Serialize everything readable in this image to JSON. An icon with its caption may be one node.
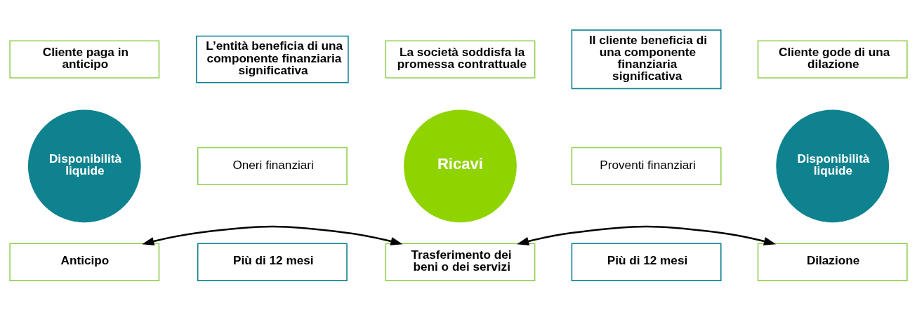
{
  "diagram": {
    "nodes": [
      {
        "text": [
          "Cliente paga in anticipo"
        ]
      },
      {
        "text": [
          "L’entità beneficia di una componente finanziaria significativa"
        ]
      },
      {
        "text": [
          "La società soddisfa la promessa contrattuale"
        ]
      },
      {
        "text": [
          "Il cliente beneficia di una componente finanziaria significativa"
        ]
      },
      {
        "text": [
          "Cliente gode di una dilazione"
        ]
      },
      {
        "text": [
          "Disponibilità liquide"
        ]
      },
      {
        "text": [
          "Oneri finanziari"
        ]
      },
      {
        "text": [
          "Ricavi"
        ]
      },
      {
        "text": [
          "Proventi finanziari"
        ]
      },
      {
        "text": [
          "Disponibilità liquide"
        ]
      },
      {
        "text": [
          "Più di 12 mesi"
        ]
      },
      {
        "text": [
          "Più di 12 mesi"
        ]
      },
      {
        "text": [
          "Anticipo"
        ]
      },
      {
        "text": [
          "Trasferimento dei beni o dei servizi"
        ]
      },
      {
        "text": [
          "Dilazione"
        ]
      }
    ],
    "edges": [
      {
        "from": 12,
        "to": 13,
        "arrow": "both"
      },
      {
        "from": 13,
        "to": 14,
        "arrow": "both"
      }
    ]
  }
}
